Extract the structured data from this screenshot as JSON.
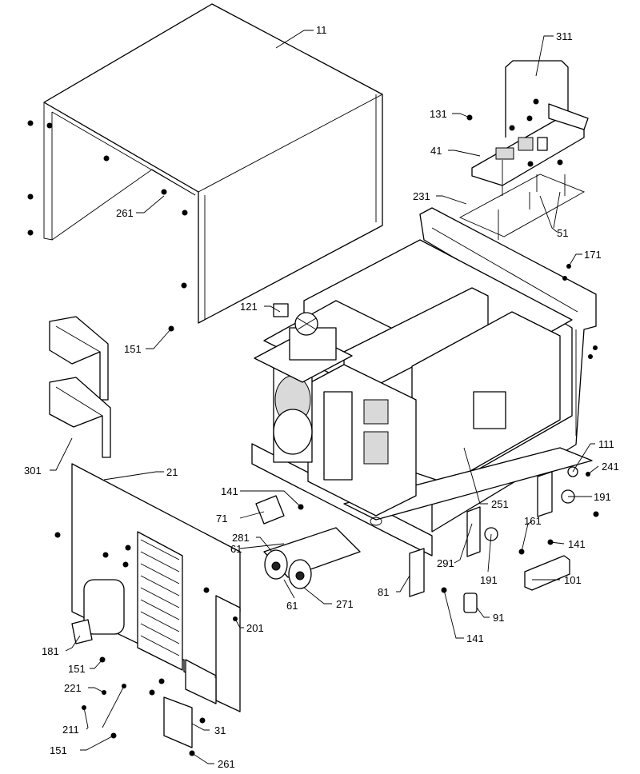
{
  "callouts": [
    {
      "id": "c-11",
      "text": "11"
    },
    {
      "id": "c-311",
      "text": "311"
    },
    {
      "id": "c-131",
      "text": "131"
    },
    {
      "id": "c-41",
      "text": "41"
    },
    {
      "id": "c-231",
      "text": "231"
    },
    {
      "id": "c-51",
      "text": "51"
    },
    {
      "id": "c-261a",
      "text": "261"
    },
    {
      "id": "c-171",
      "text": "171"
    },
    {
      "id": "c-121",
      "text": "121"
    },
    {
      "id": "c-151a",
      "text": "151"
    },
    {
      "id": "c-301",
      "text": "301"
    },
    {
      "id": "c-21",
      "text": "21"
    },
    {
      "id": "c-111",
      "text": "111"
    },
    {
      "id": "c-241",
      "text": "241"
    },
    {
      "id": "c-141a",
      "text": "141"
    },
    {
      "id": "c-191a",
      "text": "191"
    },
    {
      "id": "c-71",
      "text": "71"
    },
    {
      "id": "c-251",
      "text": "251"
    },
    {
      "id": "c-161",
      "text": "161"
    },
    {
      "id": "c-281",
      "text": "281"
    },
    {
      "id": "c-61a",
      "text": "61"
    },
    {
      "id": "c-141b",
      "text": "141"
    },
    {
      "id": "c-291",
      "text": "291"
    },
    {
      "id": "c-191b",
      "text": "191"
    },
    {
      "id": "c-101",
      "text": "101"
    },
    {
      "id": "c-81",
      "text": "81"
    },
    {
      "id": "c-61b",
      "text": "61"
    },
    {
      "id": "c-271",
      "text": "271"
    },
    {
      "id": "c-91",
      "text": "91"
    },
    {
      "id": "c-201",
      "text": "201"
    },
    {
      "id": "c-181",
      "text": "181"
    },
    {
      "id": "c-141c",
      "text": "141"
    },
    {
      "id": "c-151b",
      "text": "151"
    },
    {
      "id": "c-221",
      "text": "221"
    },
    {
      "id": "c-211",
      "text": "211"
    },
    {
      "id": "c-31",
      "text": "31"
    },
    {
      "id": "c-151c",
      "text": "151"
    },
    {
      "id": "c-261b",
      "text": "261"
    }
  ]
}
